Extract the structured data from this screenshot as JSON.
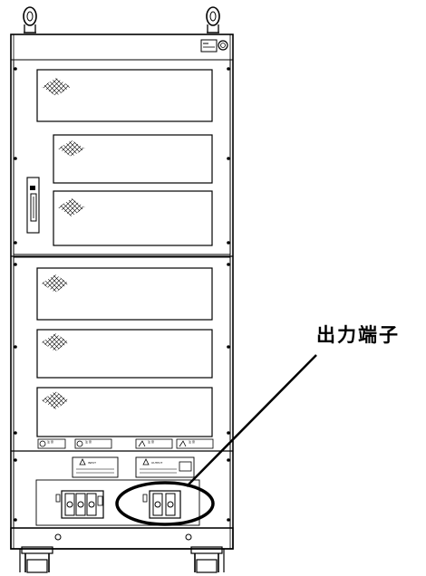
{
  "callout": {
    "label": "出力端子"
  },
  "labels": {
    "input_plate": "INPUT",
    "output_plate": "OUTPUT",
    "warning_label_1": "注 意",
    "warning_label_2": "注 意",
    "warning_label_3": "注 意",
    "warning_label_4": "注 意"
  }
}
